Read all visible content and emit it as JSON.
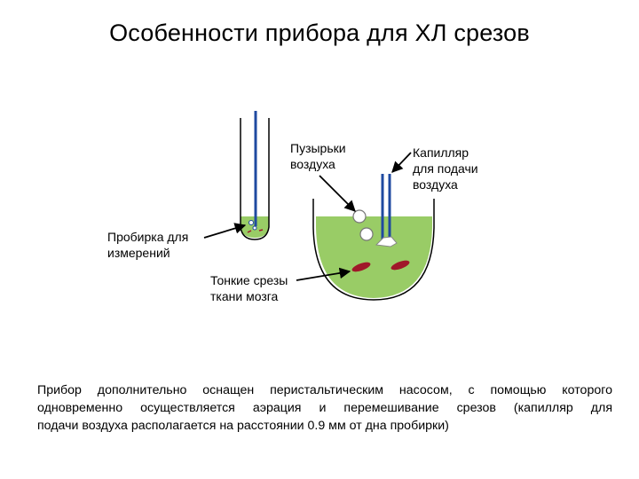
{
  "title": "Особенности прибора для ХЛ срезов",
  "labels": {
    "bubbles": [
      "Пузырьки",
      "воздуха"
    ],
    "capillary": [
      "Капилляр",
      "для подачи",
      "воздуха"
    ],
    "tube": [
      "Пробирка для",
      "измерений"
    ],
    "slices": [
      "Тонкие срезы",
      "ткани мозга"
    ]
  },
  "caption": [
    "Прибор дополнительно оснащен перистальтическим насосом, с помощью которого",
    "одновременно осуществляется аэрация и перемешивание срезов (капилляр для",
    "подачи воздуха располагается на расстоянии 0.9 мм от дна пробирки)"
  ],
  "colors": {
    "liquid": "#99cc66",
    "capillary": "#1f4aa0",
    "slice": "#a0182a",
    "outline": "#000000"
  }
}
